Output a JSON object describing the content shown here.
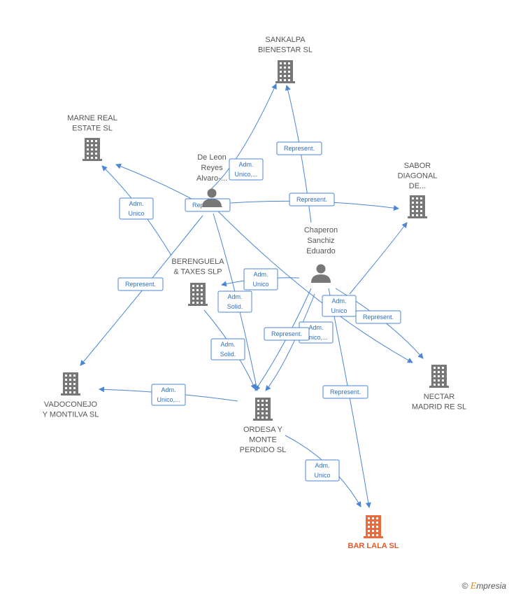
{
  "colors": {
    "edge": "#4a86d4",
    "edge_text": "#2f6fc4",
    "node": "#777777",
    "focus_node": "#ee6a3a",
    "label": "#555555"
  },
  "nodes": [
    {
      "id": "sankalpa",
      "type": "company",
      "lines": [
        "SANKALPA",
        "BIENESTAR  SL"
      ],
      "icon": "building-icon"
    },
    {
      "id": "marne",
      "type": "company",
      "lines": [
        "MARNE REAL",
        "ESTATE  SL"
      ],
      "icon": "building-icon"
    },
    {
      "id": "sabor",
      "type": "company",
      "lines": [
        "SABOR",
        "DIAGONAL",
        "DE..."
      ],
      "icon": "building-icon"
    },
    {
      "id": "deleon",
      "type": "person",
      "lines": [
        "De Leon",
        "Reyes",
        "Alvaro-..."
      ],
      "icon": "person-icon"
    },
    {
      "id": "chaperon",
      "type": "person",
      "lines": [
        "Chaperon",
        "Sanchiz",
        "Eduardo"
      ],
      "icon": "person-icon"
    },
    {
      "id": "berenguela",
      "type": "company",
      "lines": [
        "BERENGUELA",
        "& TAXES  SLP"
      ],
      "icon": "building-icon"
    },
    {
      "id": "vadoconejo",
      "type": "company",
      "lines": [
        "VADOCONEJO",
        "Y MONTILVA  SL"
      ],
      "icon": "building-icon"
    },
    {
      "id": "ordesa",
      "type": "company",
      "lines": [
        "ORDESA Y",
        "MONTE",
        "PERDIDO  SL"
      ],
      "icon": "building-icon"
    },
    {
      "id": "nectar",
      "type": "company",
      "lines": [
        "NECTAR",
        "MADRID RE  SL"
      ],
      "icon": "building-icon"
    },
    {
      "id": "barlala",
      "type": "company",
      "focus": true,
      "lines": [
        "BAR LALA  SL"
      ],
      "icon": "building-icon"
    }
  ],
  "edges": [
    {
      "from": "deleon",
      "to": "sankalpa",
      "label": [
        "Adm.",
        "Unico,..."
      ]
    },
    {
      "from": "chaperon",
      "to": "sankalpa",
      "label": [
        "Represent."
      ]
    },
    {
      "from": "deleon",
      "to": "marne",
      "label": [
        "Represent."
      ]
    },
    {
      "from": "berenguela",
      "to": "marne",
      "label": [
        "Adm.",
        "Unico"
      ]
    },
    {
      "from": "deleon",
      "to": "sabor",
      "label": [
        "Represent."
      ]
    },
    {
      "from": "chaperon",
      "to": "sabor",
      "label": [
        "Adm.",
        "Unico"
      ]
    },
    {
      "from": "deleon",
      "to": "vadoconejo",
      "label": [
        "Represent."
      ]
    },
    {
      "from": "ordesa",
      "to": "vadoconejo",
      "label": [
        "Adm.",
        "Unico,..."
      ]
    },
    {
      "from": "chaperon",
      "to": "berenguela",
      "label": [
        "Adm.",
        "Unico"
      ]
    },
    {
      "from": "deleon",
      "to": "ordesa",
      "label": [
        "Adm.",
        "Solid."
      ]
    },
    {
      "from": "berenguela",
      "to": "ordesa",
      "label": [
        "Adm.",
        "Solid."
      ]
    },
    {
      "from": "chaperon",
      "to": "ordesa",
      "label": [
        "Adm.",
        "Unico,..."
      ]
    },
    {
      "from": "chaperon",
      "to": "ordesa",
      "label": [
        "Represent."
      ]
    },
    {
      "from": "chaperon",
      "to": "nectar",
      "label": [
        "Represent."
      ]
    },
    {
      "from": "deleon",
      "to": "nectar",
      "label": []
    },
    {
      "from": "chaperon",
      "to": "barlala",
      "label": [
        "Represent."
      ]
    },
    {
      "from": "ordesa",
      "to": "barlala",
      "label": [
        "Adm.",
        "Unico"
      ]
    }
  ],
  "watermark": {
    "symbol": "©",
    "brand_initial": "E",
    "brand_rest": "mpresia"
  }
}
